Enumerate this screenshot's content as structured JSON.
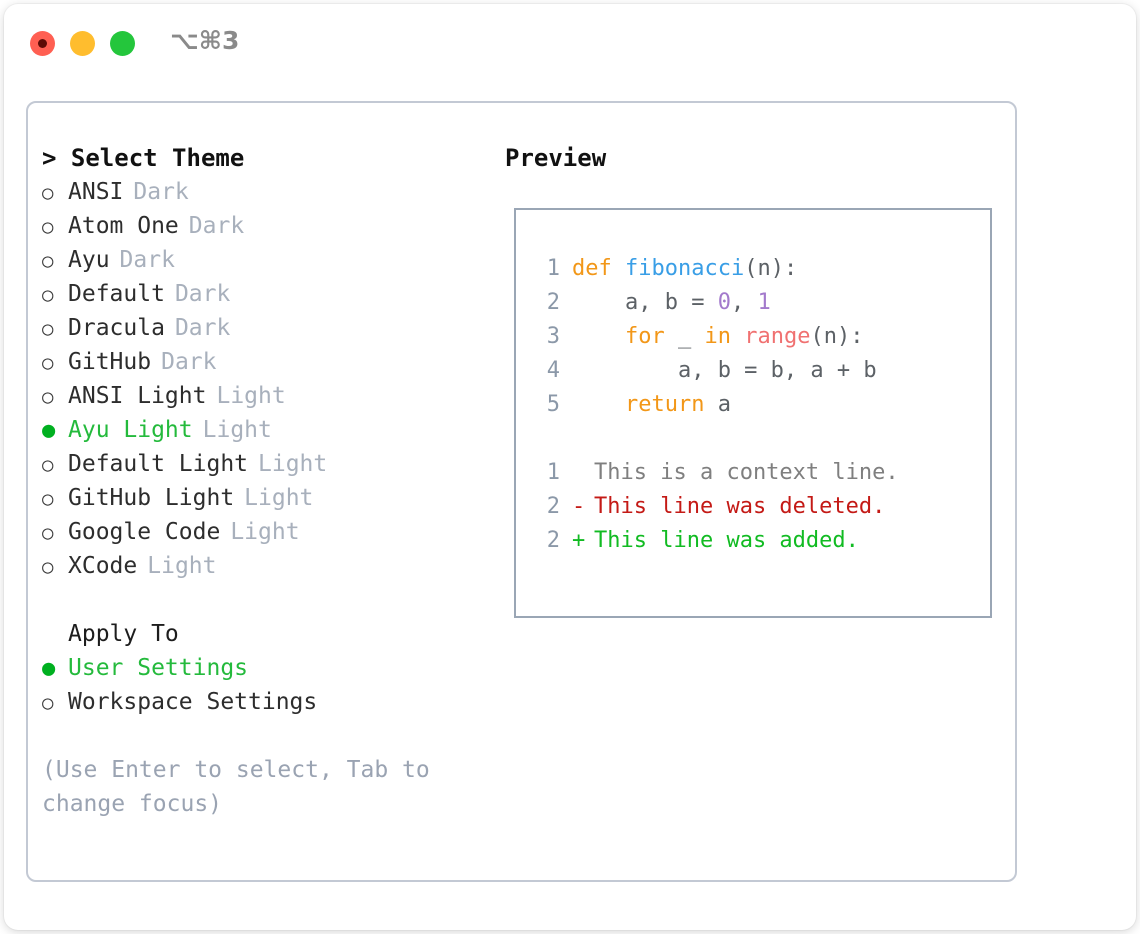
{
  "window": {
    "shortcut": "⌥⌘3",
    "traffic_lights": [
      {
        "name": "close",
        "color": "#ff5f52"
      },
      {
        "name": "minimize",
        "color": "#ffbd2e"
      },
      {
        "name": "maximize",
        "color": "#24c63c"
      }
    ]
  },
  "accent_color": "#24ba3c",
  "theme_panel": {
    "title": "> Select Theme",
    "items": [
      {
        "marker": "○",
        "name": "ANSI",
        "kind": "Dark",
        "selected": false
      },
      {
        "marker": "○",
        "name": "Atom One",
        "kind": "Dark",
        "selected": false
      },
      {
        "marker": "○",
        "name": "Ayu",
        "kind": "Dark",
        "selected": false
      },
      {
        "marker": "○",
        "name": "Default",
        "kind": "Dark",
        "selected": false
      },
      {
        "marker": "○",
        "name": "Dracula",
        "kind": "Dark",
        "selected": false
      },
      {
        "marker": "○",
        "name": "GitHub",
        "kind": "Dark",
        "selected": false
      },
      {
        "marker": "○",
        "name": "ANSI Light",
        "kind": "Light",
        "selected": false
      },
      {
        "marker": "●",
        "name": "Ayu Light",
        "kind": "Light",
        "selected": true
      },
      {
        "marker": "○",
        "name": "Default Light",
        "kind": "Light",
        "selected": false
      },
      {
        "marker": "○",
        "name": "GitHub Light",
        "kind": "Light",
        "selected": false
      },
      {
        "marker": "○",
        "name": "Google Code",
        "kind": "Light",
        "selected": false
      },
      {
        "marker": "○",
        "name": "XCode",
        "kind": "Light",
        "selected": false
      }
    ]
  },
  "apply_to": {
    "title": "Apply To",
    "options": [
      {
        "marker": "●",
        "label": "User Settings",
        "selected": true
      },
      {
        "marker": "○",
        "label": "Workspace Settings",
        "selected": false
      }
    ]
  },
  "hint": "(Use Enter to select, Tab to change focus)",
  "preview": {
    "title": "Preview",
    "code": [
      {
        "ln": "1",
        "tokens": [
          {
            "t": "def ",
            "c": "t-kw"
          },
          {
            "t": "fibonacci",
            "c": "t-fn"
          },
          {
            "t": "(n):",
            "c": "t-pl"
          }
        ]
      },
      {
        "ln": "2",
        "tokens": [
          {
            "t": "    a, b = ",
            "c": "t-pl"
          },
          {
            "t": "0",
            "c": "t-num"
          },
          {
            "t": ", ",
            "c": "t-pl"
          },
          {
            "t": "1",
            "c": "t-num"
          }
        ]
      },
      {
        "ln": "3",
        "tokens": [
          {
            "t": "    ",
            "c": "t-pl"
          },
          {
            "t": "for",
            "c": "t-kw"
          },
          {
            "t": " _ ",
            "c": "t-pl"
          },
          {
            "t": "in",
            "c": "t-kw"
          },
          {
            "t": " ",
            "c": "t-pl"
          },
          {
            "t": "range",
            "c": "t-call"
          },
          {
            "t": "(n):",
            "c": "t-pl"
          }
        ]
      },
      {
        "ln": "4",
        "tokens": [
          {
            "t": "        a, b = b, a + b",
            "c": "t-pl"
          }
        ]
      },
      {
        "ln": "5",
        "tokens": [
          {
            "t": "    ",
            "c": "t-pl"
          },
          {
            "t": "return",
            "c": "t-kw"
          },
          {
            "t": " a",
            "c": "t-pl"
          }
        ]
      }
    ],
    "diff": [
      {
        "ln": "1",
        "sign": " ",
        "text": "This is a context line.",
        "kind": "d-ctx"
      },
      {
        "ln": "2",
        "sign": "-",
        "text": "This line was deleted.",
        "kind": "d-del"
      },
      {
        "ln": "2",
        "sign": "+",
        "text": "This line was added.",
        "kind": "d-add"
      }
    ]
  }
}
